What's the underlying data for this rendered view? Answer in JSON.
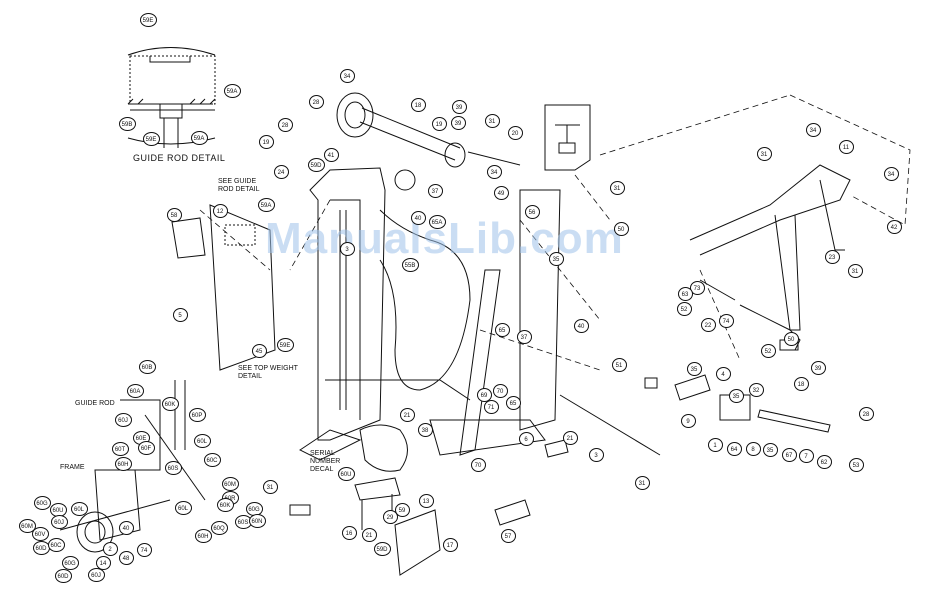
{
  "watermark": "ManualsLib.com",
  "captions": {
    "guide_rod_detail": "GUIDE ROD DETAIL",
    "see_guide_rod_detail_1": "SEE GUIDE",
    "see_guide_rod_detail_2": "ROD DETAIL",
    "see_top_weight_1": "SEE TOP WEIGHT",
    "see_top_weight_2": "DETAIL",
    "guide_rod": "GUIDE ROD",
    "frame": "FRAME",
    "serial_1": "SERIAL",
    "serial_2": "NUMBER",
    "serial_3": "DECAL"
  },
  "callouts": [
    "59E",
    "59A",
    "59B",
    "59E",
    "59A",
    "34",
    "28",
    "18",
    "39",
    "19",
    "28",
    "19",
    "31",
    "20",
    "39",
    "41",
    "59D",
    "34",
    "37",
    "49",
    "56",
    "24",
    "59A",
    "40",
    "65A",
    "35",
    "31",
    "50",
    "34",
    "11",
    "34",
    "31",
    "42",
    "23",
    "31",
    "12",
    "58",
    "3",
    "55B",
    "5",
    "59E",
    "45",
    "35",
    "73",
    "63",
    "52",
    "22",
    "74",
    "52",
    "50",
    "40",
    "65",
    "37",
    "51",
    "4",
    "35",
    "32",
    "9",
    "39",
    "18",
    "28",
    "6",
    "70",
    "69",
    "71",
    "70",
    "65",
    "38",
    "21",
    "21",
    "3",
    "1",
    "64",
    "8",
    "35",
    "67",
    "7",
    "62",
    "53",
    "31",
    "60B",
    "60A",
    "60K",
    "60P",
    "60J",
    "60E",
    "60L",
    "60T",
    "60F",
    "60C",
    "60H",
    "60S",
    "60M",
    "60R",
    "60K",
    "60Q",
    "60S",
    "60G",
    "60L",
    "60N",
    "60H",
    "60G",
    "60U",
    "60L",
    "60J",
    "60M",
    "60V",
    "60D",
    "60C",
    "60D",
    "60G",
    "60J",
    "14",
    "2",
    "48",
    "74",
    "40",
    "13",
    "59",
    "16",
    "21",
    "29",
    "59D",
    "17",
    "57",
    "31",
    "60U"
  ]
}
